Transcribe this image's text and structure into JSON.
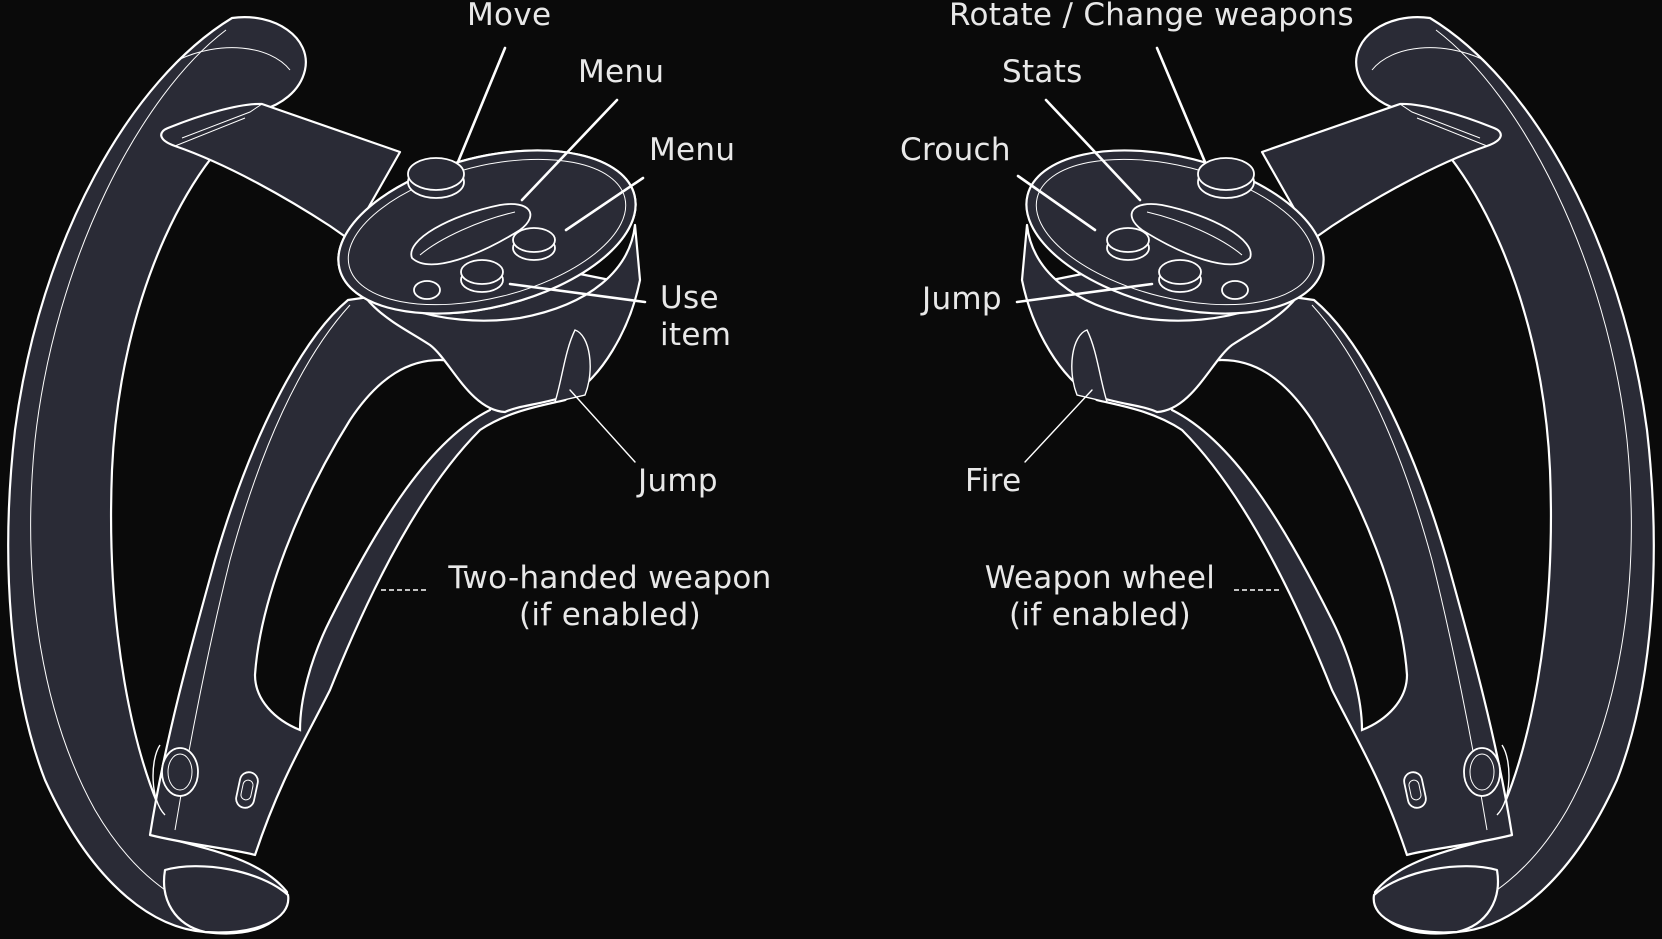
{
  "labels": {
    "left": {
      "move": "Move",
      "menu_1": "Menu",
      "menu_2": "Menu",
      "use_item_line1": "Use",
      "use_item_line2": "item",
      "jump": "Jump",
      "two_handed_line1": "Two-handed weapon",
      "two_handed_line2": "(if enabled)"
    },
    "right": {
      "rotate": "Rotate / Change weapons",
      "stats": "Stats",
      "crouch": "Crouch",
      "jump": "Jump",
      "fire": "Fire",
      "weapon_wheel_line1": "Weapon wheel",
      "weapon_wheel_line2": "(if enabled)"
    }
  },
  "colors": {
    "background": "#0a0a0a",
    "controller_body": "#2a2b36",
    "outline": "#ffffff",
    "text": "#e8e8e8"
  }
}
